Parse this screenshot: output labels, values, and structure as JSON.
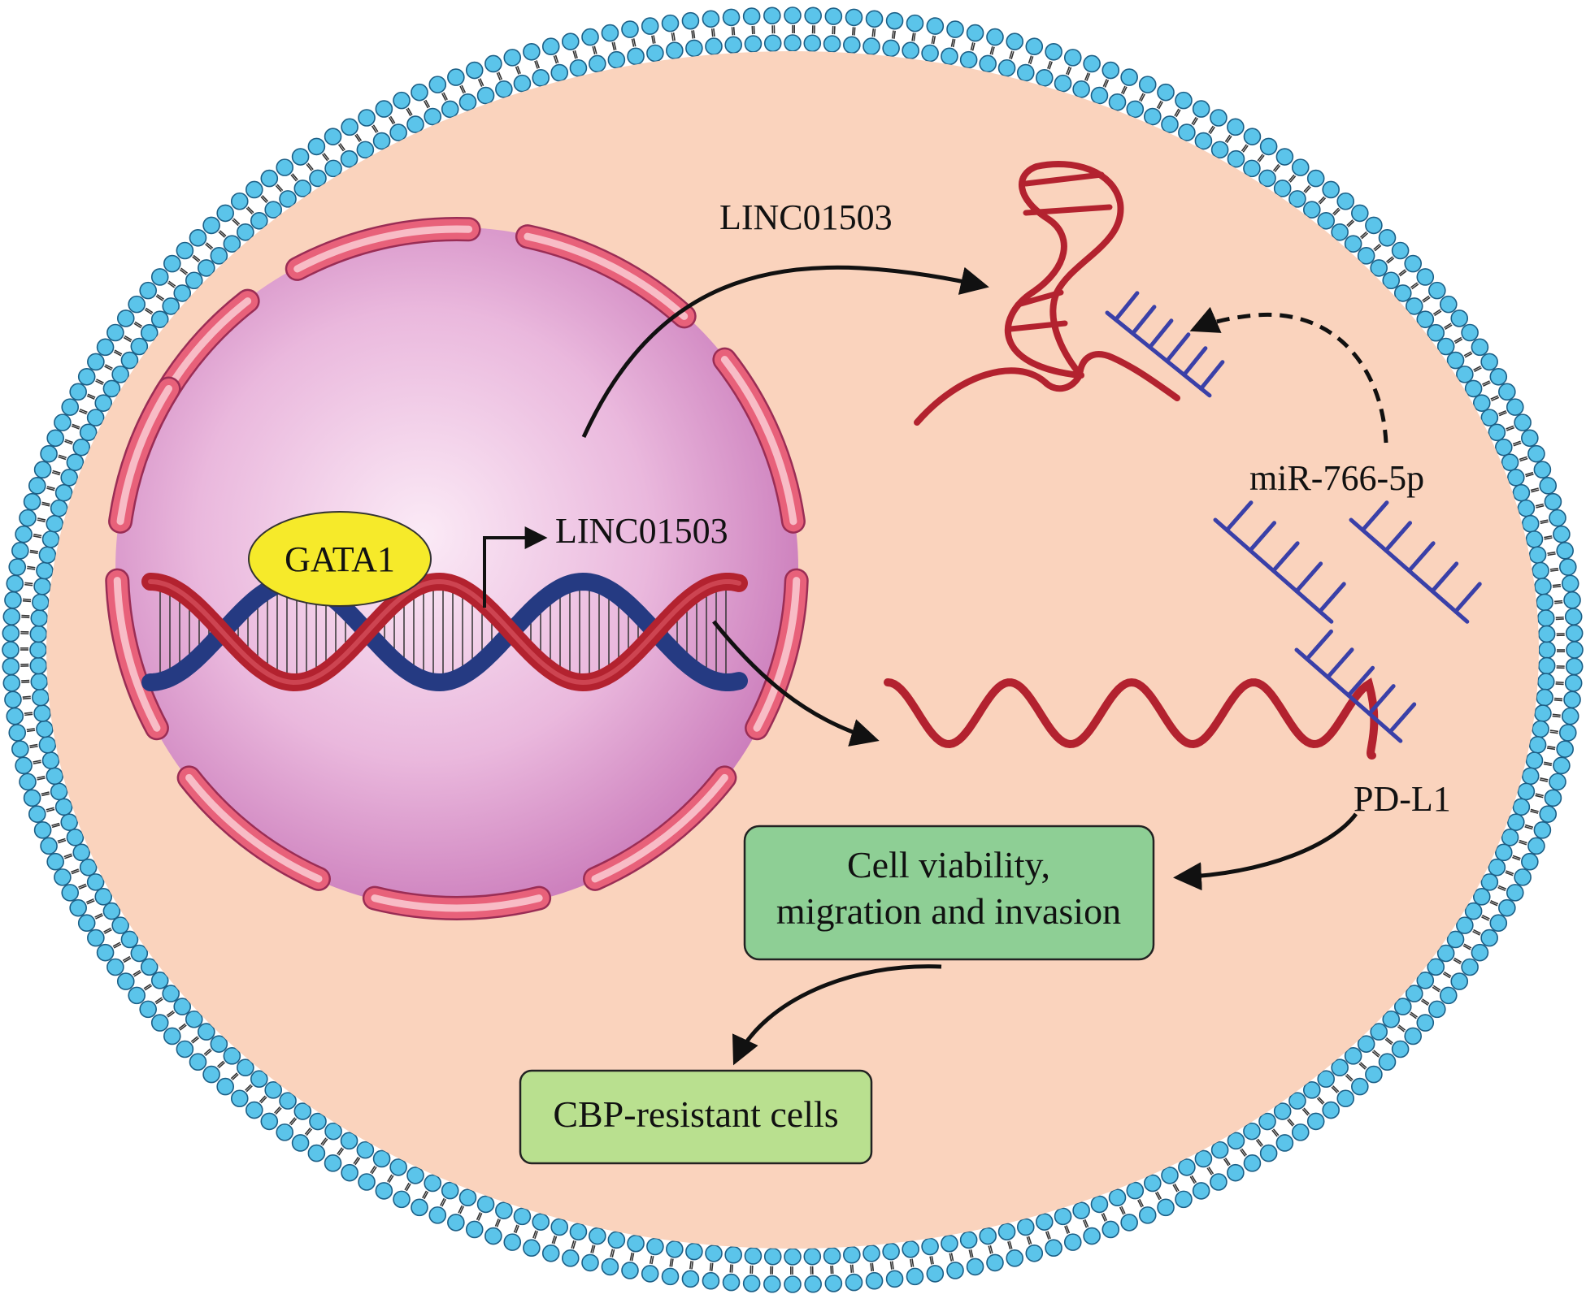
{
  "labels": {
    "gata1": "GATA1",
    "linc_promoter": "LINC01503",
    "linc_top": "LINC01503",
    "mirna": "miR-766-5p",
    "pdl1": "PD-L1"
  },
  "boxes": {
    "viability_line1": "Cell viability,",
    "viability_line2": "migration and invasion",
    "resistant": "CBP-resistant cells"
  },
  "colors": {
    "cytoplasm": "#fad3bd",
    "membrane_bead": "#5bc4ea",
    "nucleus": "#d88ec8",
    "envelope": "#e8617a",
    "rna": "#b3222f",
    "dna_blue": "#253a82",
    "mirna": "#3a40a8",
    "gata1": "#f6ea2a",
    "box_upper": "#8ecf95",
    "box_lower": "#b9e08f"
  }
}
